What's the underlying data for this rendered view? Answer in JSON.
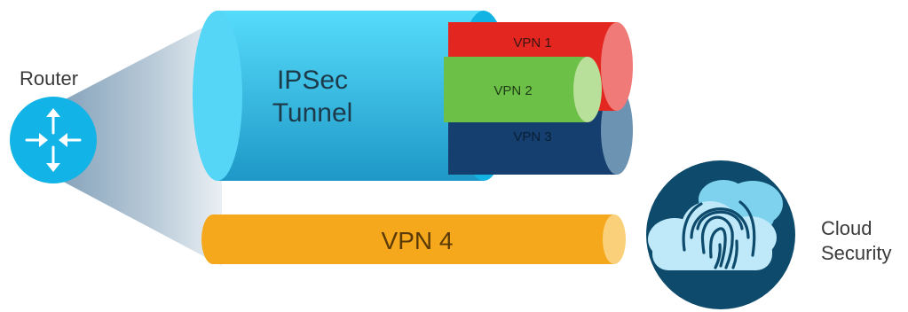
{
  "router": {
    "label": "Router",
    "icon": "router-arrows-icon"
  },
  "tunnel": {
    "line1": "IPSec",
    "line2": "Tunnel"
  },
  "vpns": [
    {
      "label": "VPN 1",
      "color": "#e3261f",
      "cap": "#ef7a77"
    },
    {
      "label": "VPN 2",
      "color": "#6cbf47",
      "cap": "#b9e09a"
    },
    {
      "label": "VPN 3",
      "color": "#153f6e",
      "cap": "#6d93b3"
    },
    {
      "label": "VPN 4",
      "color": "#f6a81c",
      "cap": "#fbd07a"
    }
  ],
  "cloud_security": {
    "line1": "Cloud",
    "line2": "Security",
    "icon": "fingerprint-cloud-icon"
  },
  "colors": {
    "tunnel": "#2bbbe0",
    "router": "#12b3e6",
    "cloud_badge": "#0d4a6b"
  }
}
